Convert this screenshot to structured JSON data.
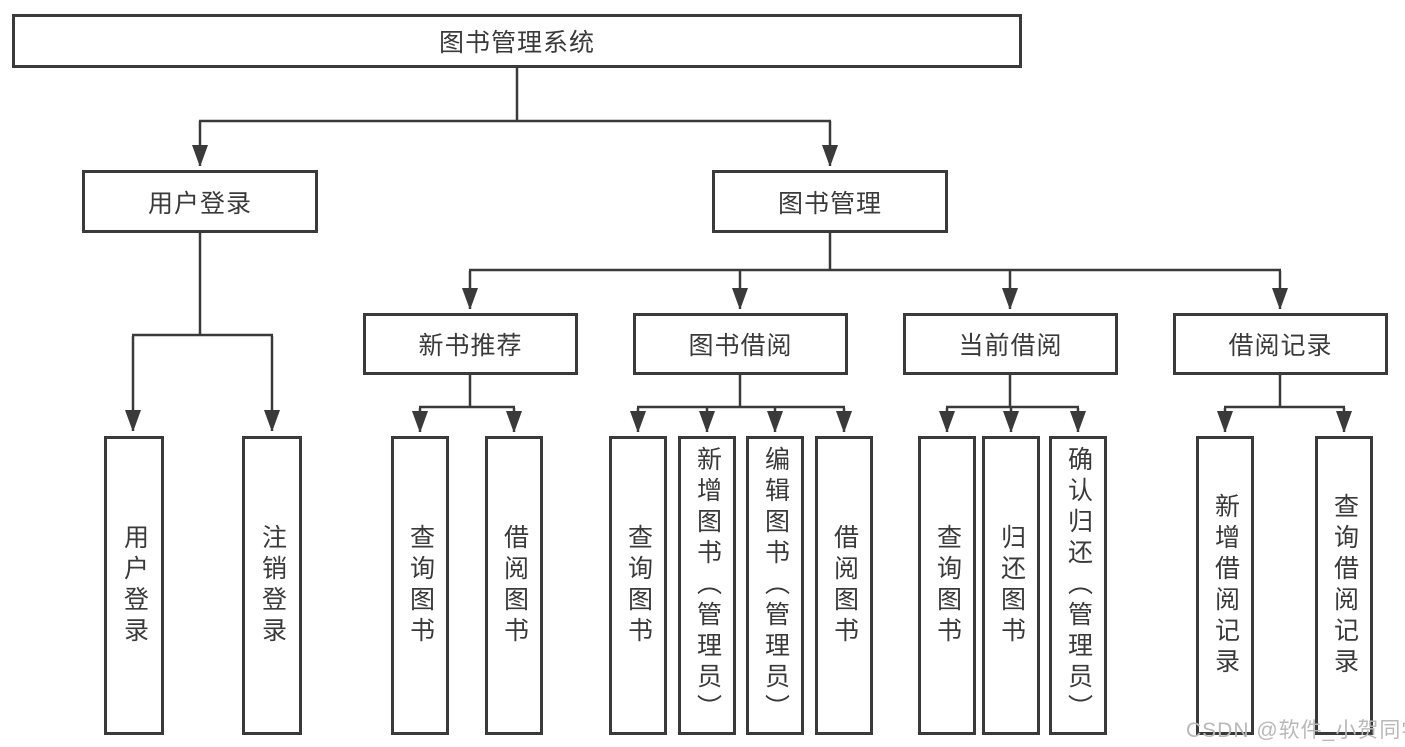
{
  "colors": {
    "line": "#3a3a3a",
    "text": "#3a3a3a",
    "box_background": "#ffffff",
    "watermark": "#b9b9b9"
  },
  "tree": {
    "label": "图书管理系统",
    "children": [
      {
        "label": "用户登录",
        "children": [
          {
            "label": "用户登录"
          },
          {
            "label": "注销登录"
          }
        ]
      },
      {
        "label": "图书管理",
        "children": [
          {
            "label": "新书推荐",
            "children": [
              {
                "label": "查询图书"
              },
              {
                "label": "借阅图书"
              }
            ]
          },
          {
            "label": "图书借阅",
            "children": [
              {
                "label": "查询图书"
              },
              {
                "label": "新增图书（管理员）"
              },
              {
                "label": "编辑图书（管理员）"
              },
              {
                "label": "借阅图书"
              }
            ]
          },
          {
            "label": "当前借阅",
            "children": [
              {
                "label": "查询图书"
              },
              {
                "label": "归还图书"
              },
              {
                "label": "确认归还（管理员）"
              }
            ]
          },
          {
            "label": "借阅记录",
            "children": [
              {
                "label": "新增借阅记录"
              },
              {
                "label": "查询借阅记录"
              }
            ]
          }
        ]
      }
    ]
  },
  "watermark": {
    "text": "CSDN @软件_小贺同学"
  }
}
